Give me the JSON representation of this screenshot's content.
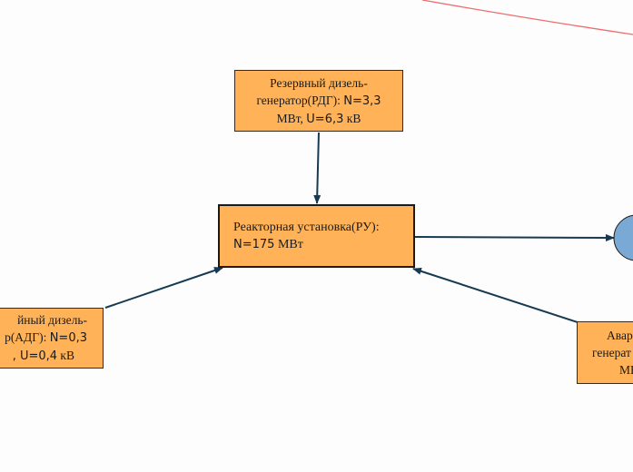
{
  "colors": {
    "node_fill": "#ffb257",
    "arrow": "#163a52",
    "circle_fill": "#7aa9d6",
    "curve": "#ef6b6b"
  },
  "nodes": {
    "reactor": {
      "line1": "Реакторная установка(РУ):",
      "line2_num": "N=175",
      "line2_unit": " МВт"
    },
    "reserve_dg": {
      "line1": "Резервный дизель-",
      "line2_text": "генератор(РДГ): ",
      "line2_num": "N=3,3",
      "line3_unit": "МВт, ",
      "line3_num": "U=6,3",
      "line3_tail": " кВ"
    },
    "emergency_dg_left": {
      "line1": "йный дизель-",
      "line2_text": "р(АДГ): ",
      "line2_num": "N=0,3",
      "line3_num": ", U=0,4",
      "line3_tail": " кВ"
    },
    "emergency_dg_right": {
      "line1": "Авар",
      "line2": "генерат",
      "line3": "МВ"
    }
  }
}
